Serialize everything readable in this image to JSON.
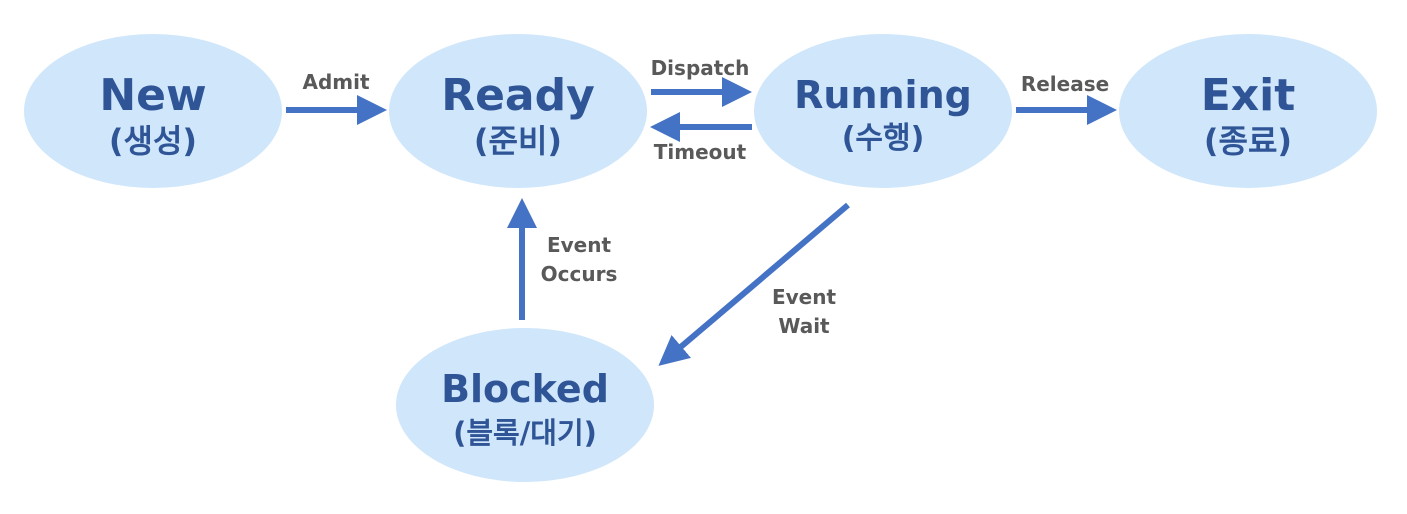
{
  "states": {
    "new": {
      "name": "New",
      "sub": "(생성)"
    },
    "ready": {
      "name": "Ready",
      "sub": "(준비)"
    },
    "running": {
      "name": "Running",
      "sub": "(수행)"
    },
    "exit": {
      "name": "Exit",
      "sub": "(종료)"
    },
    "blocked": {
      "name": "Blocked",
      "sub": "(블록/대기)"
    }
  },
  "transitions": {
    "admit": "Admit",
    "dispatch": "Dispatch",
    "timeout": "Timeout",
    "release": "Release",
    "event_occurs": [
      "Event",
      "Occurs"
    ],
    "event_wait": [
      "Event",
      "Wait"
    ]
  },
  "colors": {
    "state_fill": "#cfe6fb",
    "state_text": "#2f5597",
    "arrow": "#4472c4",
    "label": "#595959"
  }
}
